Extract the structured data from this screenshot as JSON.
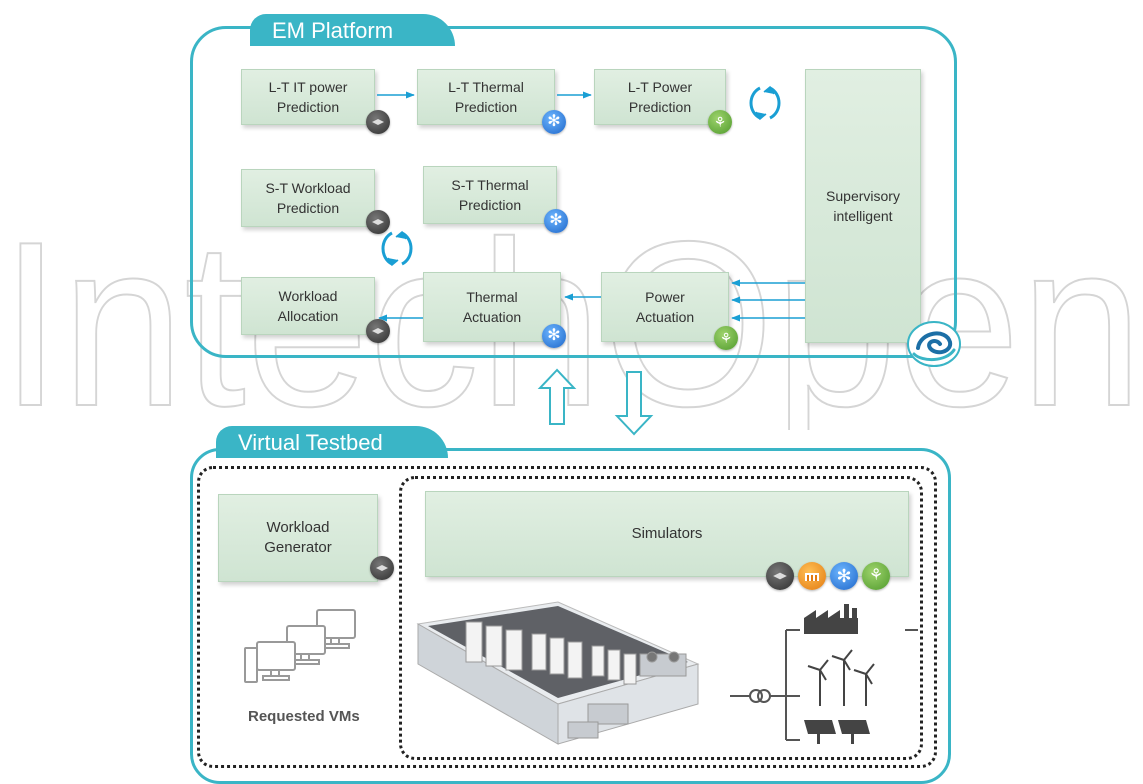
{
  "watermark": "IntechOpen",
  "em_platform": {
    "title": "EM Platform",
    "lt_it_power": "L-T IT power\nPrediction",
    "lt_thermal": "L-T  Thermal\nPrediction",
    "lt_power": "L-T Power\nPrediction",
    "st_workload": "S-T Workload\nPrediction",
    "st_thermal": "S-T Thermal\nPrediction",
    "supervisory": "Supervisory\nintelligent",
    "workload_allocation": "Workload\nAllocation",
    "thermal_actuation": "Thermal\nActuation",
    "power_actuation": "Power\nActuation"
  },
  "virtual_testbed": {
    "title": "Virtual Testbed",
    "workload_generator": "Workload\nGenerator",
    "simulators": "Simulators",
    "requested_vms": "Requested VMs"
  },
  "colors": {
    "accent": "#3ab5c6",
    "box_fill": "#d8eadb",
    "arrow": "#1a9fd4"
  },
  "icons": [
    "server-icon",
    "snowflake-icon",
    "wind-turbine-icon",
    "datacenter-icon",
    "cycle-icon"
  ]
}
